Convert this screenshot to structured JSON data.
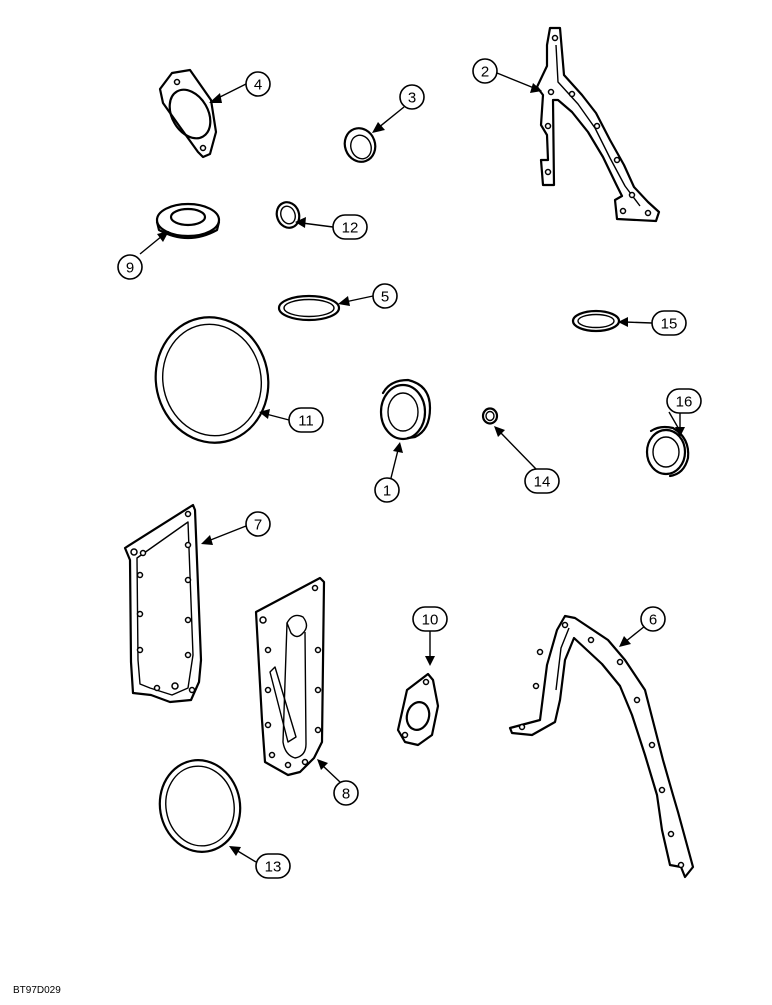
{
  "figure_code": "BT97D029",
  "callouts": [
    "1",
    "2",
    "3",
    "4",
    "5",
    "6",
    "7",
    "8",
    "9",
    "10",
    "11",
    "12",
    "13",
    "14",
    "15",
    "16"
  ]
}
